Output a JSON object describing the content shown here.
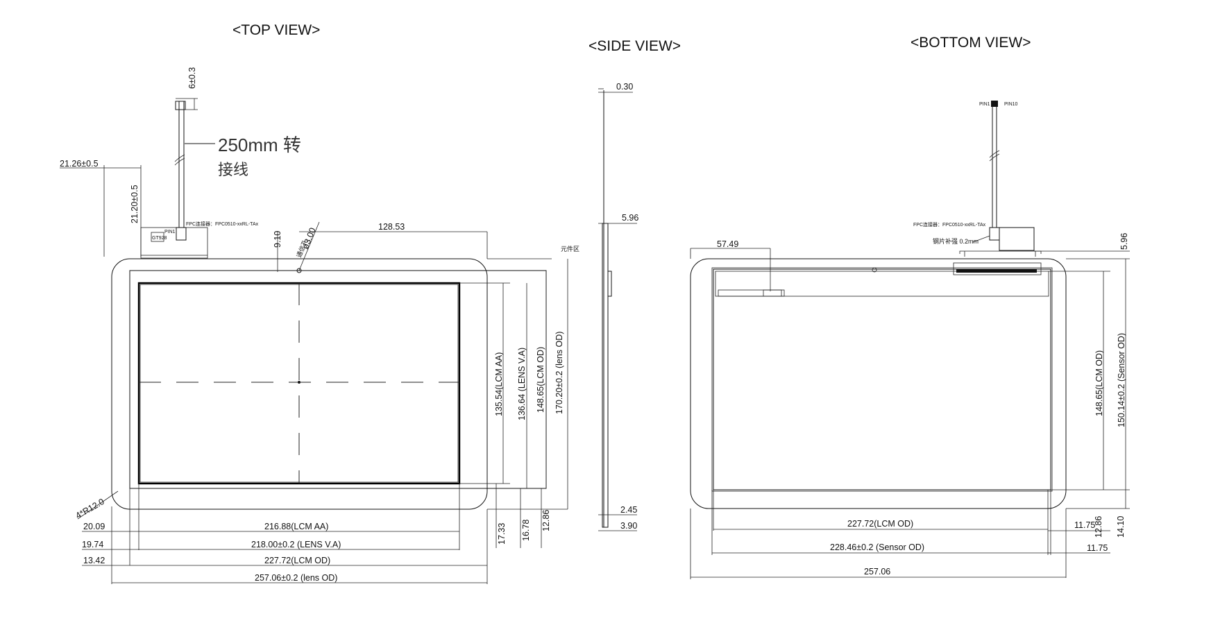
{
  "views": {
    "top": "<TOP VIEW>",
    "side": "<SIDE VIEW>",
    "bottom": "<BOTTOM VIEW>"
  },
  "top_view": {
    "cable_note_line1": "250mm 转",
    "cable_note_line2": "接线",
    "cable_tip": "6±0.3",
    "dim_left_offset": "21.26±0.5",
    "dim_cable_height": "21.20±0.5",
    "fpc_label": "FPC连接器：FPC0510-xxRL-TAx",
    "pin_label": "PIN1",
    "chip_label": "GT928",
    "dim_top_gap": "9.10",
    "hole_label": "ø3.00",
    "hole_note": "通信孔",
    "dim_hole_x": "128.53",
    "component_area": "元件区",
    "dim_lcm_aa_h": "135.54(LCM AA)",
    "dim_lens_va_h": "136.64 (LENS V.A)",
    "dim_lcm_od_h": "148.65(LCM OD)",
    "dim_lens_od_h": "170.20±0.2 (lens OD)",
    "dim_corner": "4*R12.0",
    "dim_b1": "17.33",
    "dim_b2": "16.78",
    "dim_b3": "12.86",
    "dim_l1": "20.09",
    "dim_l2": "19.74",
    "dim_l3": "13.42",
    "dim_lcm_aa_w": "216.88(LCM AA)",
    "dim_lens_va_w": "218.00±0.2 (LENS V.A)",
    "dim_lcm_od_w": "227.72(LCM OD)",
    "dim_lens_od_w": "257.06±0.2 (lens OD)"
  },
  "side_view": {
    "dim_t1": "0.30",
    "dim_t2": "5.96",
    "dim_b1": "2.45",
    "dim_b2": "3.90"
  },
  "bottom_view": {
    "pin1": "PIN1",
    "pin10": "PIN10",
    "fpc_label": "FPC连接器：FPC0510-xxRL-TAx",
    "stiffener_note": "钢片补强 0.2mm",
    "dim_left": "57.49",
    "dim_right_top": "5.96",
    "dim_lcm_od_h": "148.65(LCM OD)",
    "dim_sensor_od_h": "150.14±0.2 (Sensor OD)",
    "dim_lcm_od_w": "227.72(LCM OD)",
    "dim_sensor_od_w": "228.46±0.2 (Sensor OD)",
    "dim_total_w": "257.06",
    "dim_r1": "11.75",
    "dim_r2": "12.86",
    "dim_r3": "14.10",
    "dim_r4": "11.75"
  }
}
